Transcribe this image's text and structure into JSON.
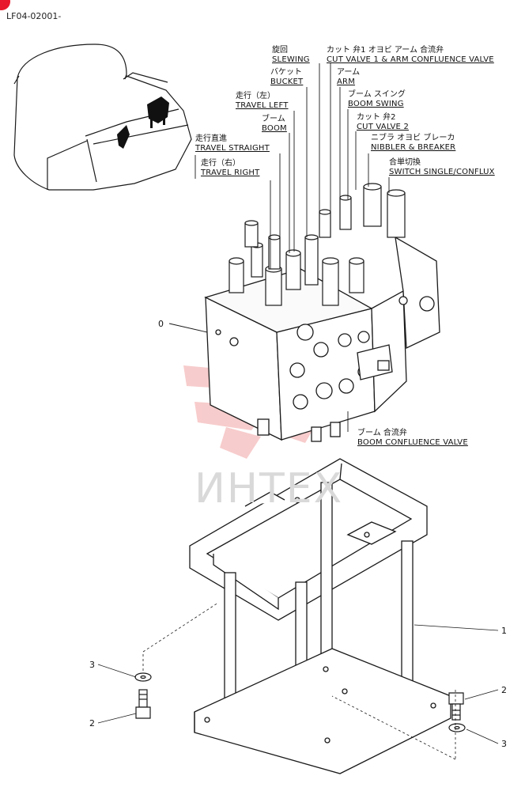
{
  "diagram": {
    "code": "LF04-02001-",
    "watermark_text": "ИНТЕХ",
    "callouts": [
      {
        "id": "slewing",
        "jp": "旋回",
        "en": "SLEWING"
      },
      {
        "id": "cut-valve-1-arm-confluence",
        "jp": "カット 弁1 オヨビ アーム 合流弁",
        "en": "CUT VALVE 1 & ARM CONFLUENCE VALVE"
      },
      {
        "id": "bucket",
        "jp": "バケット",
        "en": "BUCKET"
      },
      {
        "id": "arm",
        "jp": "アーム",
        "en": "ARM"
      },
      {
        "id": "travel-left",
        "jp": "走行（左）",
        "en": "TRAVEL LEFT"
      },
      {
        "id": "boom-swing",
        "jp": "ブーム スイング",
        "en": "BOOM SWING"
      },
      {
        "id": "boom",
        "jp": "ブーム",
        "en": "BOOM"
      },
      {
        "id": "cut-valve-2",
        "jp": "カット 弁2",
        "en": "CUT VALVE 2"
      },
      {
        "id": "travel-straight",
        "jp": "走行直進",
        "en": "TRAVEL STRAIGHT"
      },
      {
        "id": "nibbler-breaker",
        "jp": "ニブラ オヨビ ブレーカ",
        "en": "NIBBLER & BREAKER"
      },
      {
        "id": "switch-single-conflux",
        "jp": "合単切換",
        "en": "SWITCH SINGLE/CONFLUX"
      },
      {
        "id": "travel-right",
        "jp": "走行（右）",
        "en": "TRAVEL RIGHT"
      },
      {
        "id": "boom-confluence-valve",
        "jp": "ブーム 合流弁",
        "en": "BOOM CONFLUENCE VALVE"
      }
    ],
    "part_numbers": {
      "p0": "0",
      "p1": "1",
      "p2_left": "2",
      "p2_right": "2",
      "p3_left": "3",
      "p3_right": "3"
    },
    "colors": {
      "line": "#1a1a1a",
      "watermark": "#f2a3a3",
      "badge": "#e8192c"
    }
  }
}
